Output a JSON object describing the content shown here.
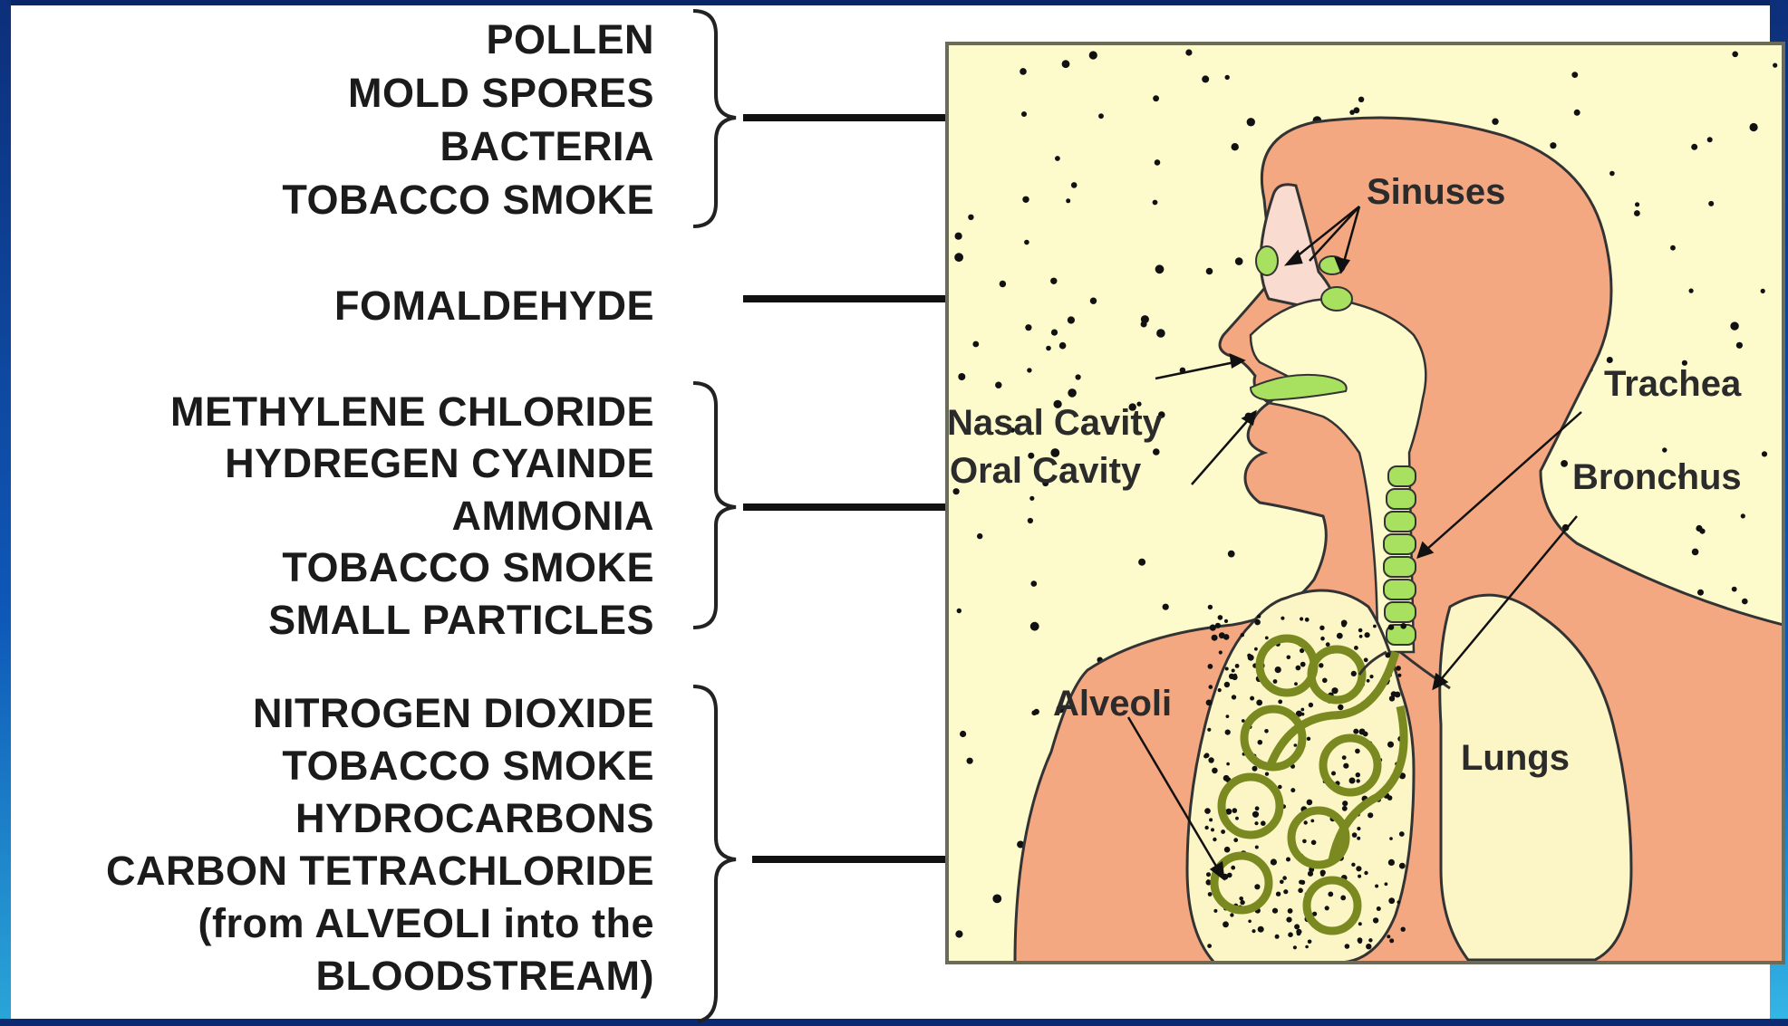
{
  "pollutant_groups": [
    {
      "lines": [
        "POLLEN",
        "MOLD SPORES",
        "BACTERIA",
        "TOBACCO SMOKE"
      ]
    },
    {
      "lines": [
        "FOMALDEHYDE"
      ]
    },
    {
      "lines": [
        "METHYLENE CHLORIDE",
        "HYDREGEN CYAINDE",
        "AMMONIA",
        "TOBACCO SMOKE",
        "SMALL PARTICLES"
      ]
    },
    {
      "lines": [
        "NITROGEN DIOXIDE",
        "TOBACCO SMOKE",
        "HYDROCARBONS",
        "CARBON TETRACHLORIDE",
        "(from ALVEOLI into the",
        "BLOODSTREAM)"
      ]
    }
  ],
  "organs": {
    "sinuses": "Sinuses",
    "trachea": "Trachea",
    "nasal_cavity": "Nasal Cavity",
    "oral_cavity": "Oral Cavity",
    "bronchus": "Bronchus",
    "alveoli": "Alveoli",
    "lungs": "Lungs"
  },
  "colors": {
    "air_background": "#fdfacc",
    "skin": "#f4a882",
    "lung_fill": "#fcf6c6",
    "airway_green": "#a8e060",
    "alveoli_tube": "#7a8a20",
    "frame_blue": "#0c2a72"
  }
}
